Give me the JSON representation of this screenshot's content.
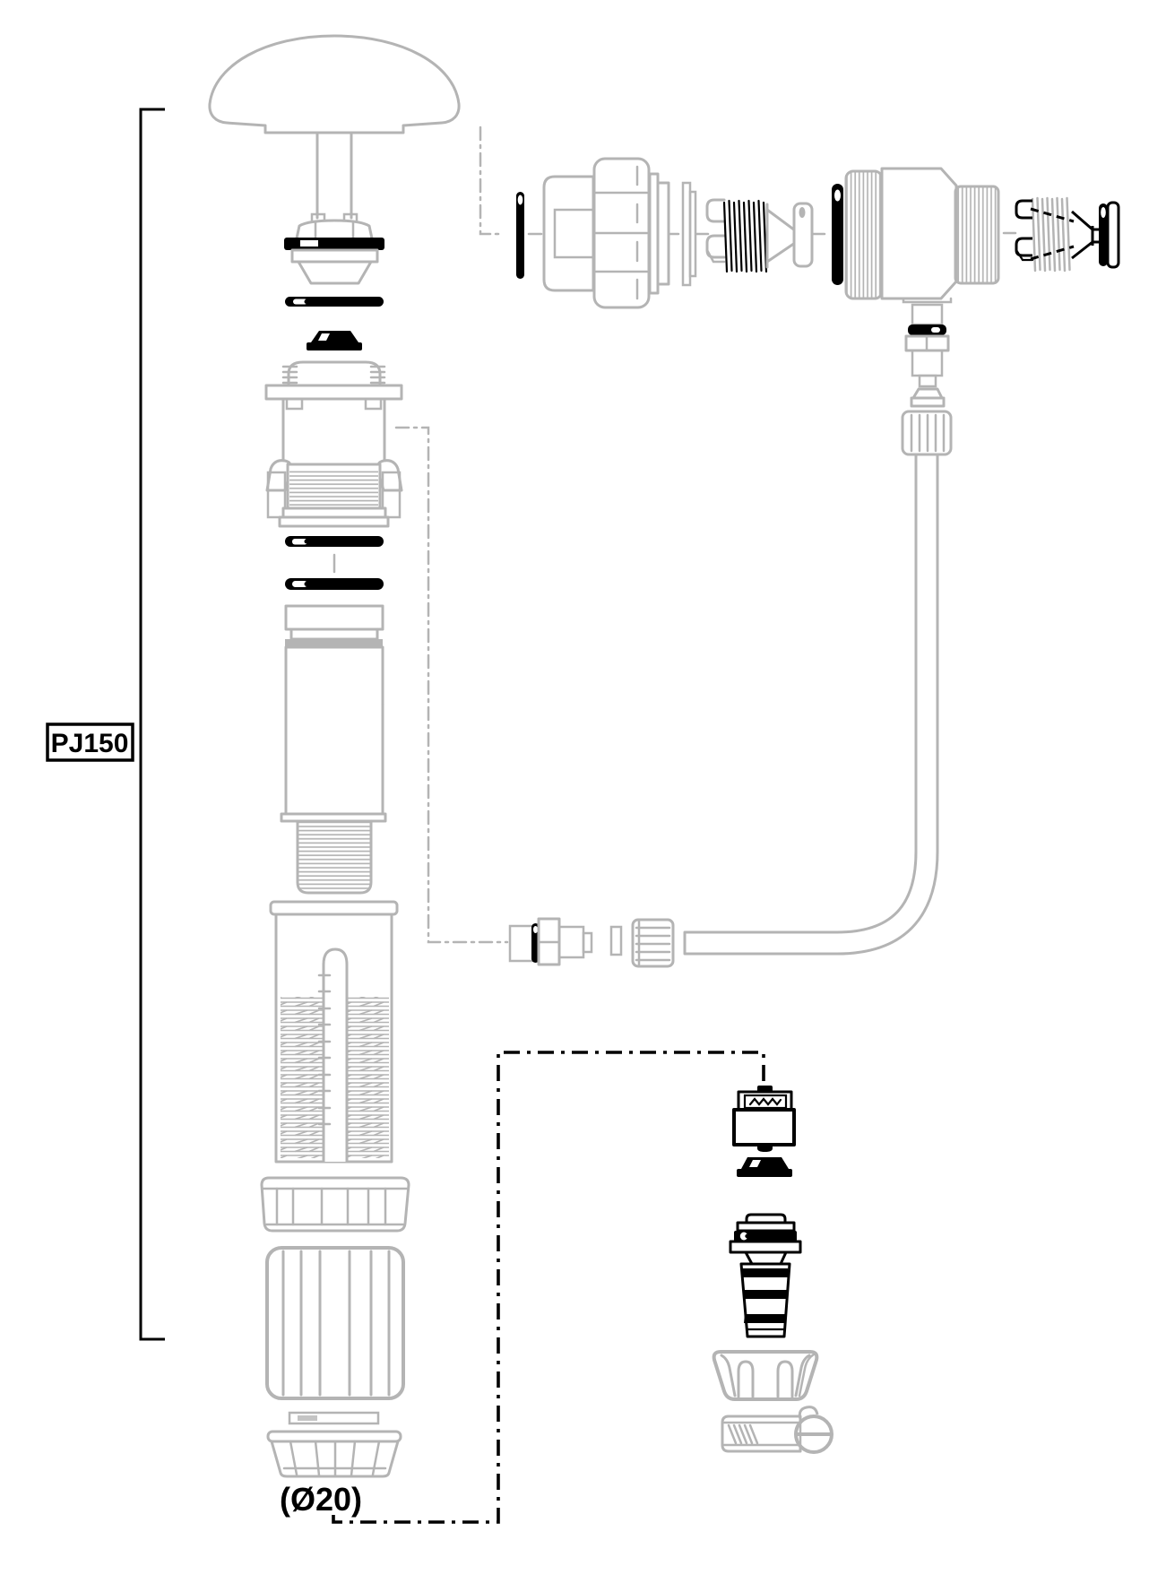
{
  "diagram": {
    "labels": {
      "kit_code": "PJ150",
      "tube_diameter": "(Ø20)"
    },
    "colors": {
      "background": "#ffffff",
      "line_art_gray": "#b4b4b4",
      "highlighted_parts_black": "#000000"
    },
    "parts": {
      "left_assembly": [
        "pump-head",
        "pump-stem",
        "suction-valve-cap",
        "cap-seal-band",
        "valve-skirt",
        "flat-o-ring-top",
        "valve-poppet",
        "diaphragm-cartridge",
        "flange-plate",
        "union-nut",
        "flat-o-ring-mid",
        "flat-o-ring-lower",
        "pump-column",
        "threaded-nipple",
        "level-canister",
        "level-tube",
        "collar-ring",
        "knurled-coupling",
        "seal-bar",
        "strainer-collar"
      ],
      "top_right_assembly": [
        "o-ring-side",
        "union-nut-assembly",
        "washer",
        "spring-gray-set",
        "valve-cone",
        "o-ring-side-2",
        "injection-valve-body",
        "spring-black-kit",
        "black-seal-ring",
        "white-seal-ring"
      ],
      "tubing_path": [
        "down-stub-fittings",
        "ferrule",
        "tube-nut",
        "delivery-tube",
        "inline-fitting",
        "compression-nut"
      ],
      "bottom_right_assembly": [
        "foot-valve-cage",
        "foot-valve-poppet",
        "hose-barb-fitting",
        "strainer-basket",
        "hose-clamp"
      ]
    }
  }
}
